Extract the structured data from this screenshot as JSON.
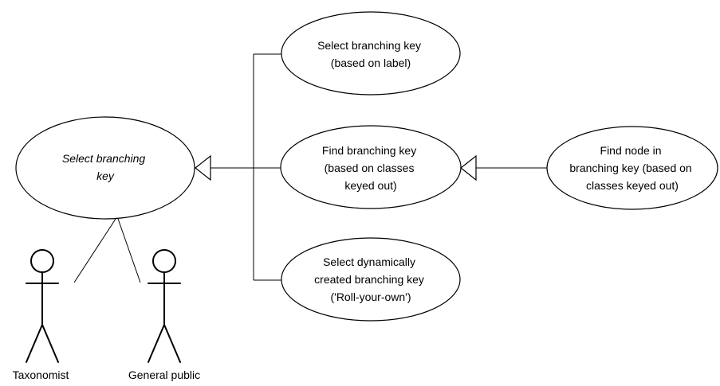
{
  "use_cases": {
    "select_branching_key": {
      "lines": [
        "Select branching",
        "key"
      ],
      "abstract": true
    },
    "select_by_label": {
      "lines": [
        "Select branching key",
        "(based on label)"
      ]
    },
    "find_by_classes": {
      "lines": [
        "Find branching key",
        "(based on classes",
        "keyed out)"
      ]
    },
    "find_node": {
      "lines": [
        "Find node in",
        "branching key (based on",
        "classes keyed out)"
      ]
    },
    "select_dynamic": {
      "lines": [
        "Select dynamically",
        "created branching key",
        "('Roll-your-own')"
      ]
    }
  },
  "actors": {
    "taxonomist": {
      "label": "Taxonomist"
    },
    "general_public": {
      "label": "General public"
    }
  }
}
